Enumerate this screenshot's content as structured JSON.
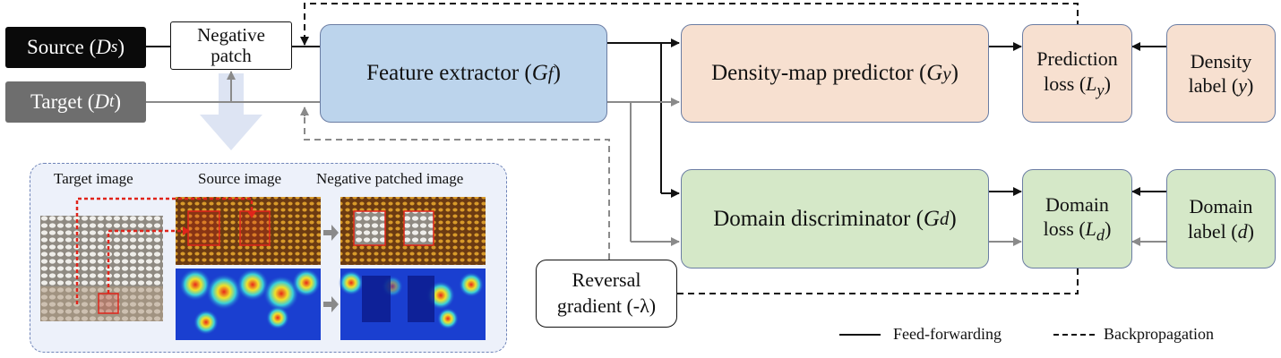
{
  "inputs": {
    "source": {
      "name": "Source",
      "symbol": "D",
      "sub": "s"
    },
    "target": {
      "name": "Target",
      "symbol": "D",
      "sub": "t"
    }
  },
  "negative_patch": {
    "line1": "Negative",
    "line2": "patch"
  },
  "feature_extractor": {
    "name": "Feature extractor",
    "symbol": "G",
    "sub": "f"
  },
  "density_predictor": {
    "name": "Density-map predictor",
    "symbol": "G",
    "sub": "y"
  },
  "domain_discriminator": {
    "name": "Domain discriminator",
    "symbol": "G",
    "sub": "d"
  },
  "prediction_loss": {
    "line1": "Prediction",
    "line2": "loss",
    "symbol": "L",
    "sub": "y"
  },
  "domain_loss": {
    "line1": "Domain",
    "line2": "loss",
    "symbol": "L",
    "sub": "d"
  },
  "density_label": {
    "line1": "Density",
    "line2": "label",
    "symbol": "y"
  },
  "domain_label": {
    "line1": "Domain",
    "line2": "label",
    "symbol": "d"
  },
  "reversal_gradient": {
    "line1": "Reversal",
    "line2": "gradient (-λ)"
  },
  "inset": {
    "target_image": "Target image",
    "source_image": "Source image",
    "negative_patched_image": "Negative patched image"
  },
  "legend": {
    "feed_forwarding": "Feed-forwarding",
    "backpropagation": "Backpropagation"
  },
  "colors": {
    "source_fill": "#0a0a0a",
    "target_fill": "#6e6e6e",
    "feature_extractor_fill": "#bcd4ec",
    "density_fill": "#f7e0d0",
    "domain_fill": "#d5e8c8",
    "inset_fill": "#edf1fa",
    "inset_border": "#6f84b8",
    "patch_red": "#e0241b"
  }
}
